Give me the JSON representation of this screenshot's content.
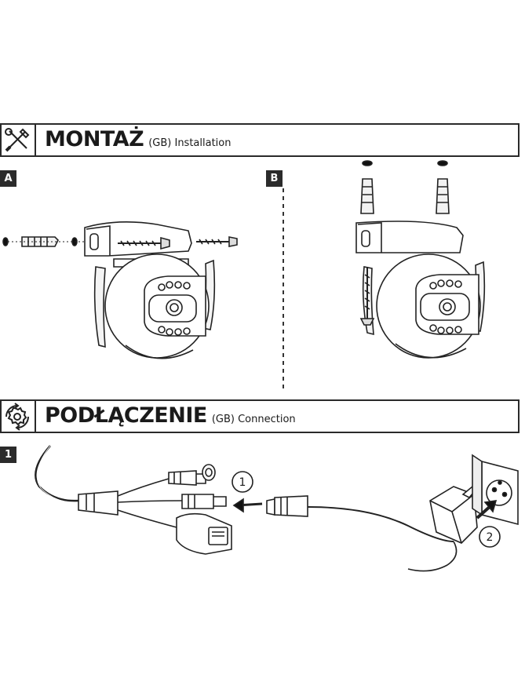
{
  "installation": {
    "title": "MONTAŻ",
    "subtitle": "(GB) Installation",
    "icon": "tools-icon",
    "steps": [
      "A",
      "B"
    ]
  },
  "connection": {
    "title": "PODŁĄCZENIE",
    "subtitle": "(GB) Connection",
    "icon": "rotate-gear-icon",
    "step": "1",
    "callouts": [
      "1",
      "2"
    ]
  }
}
